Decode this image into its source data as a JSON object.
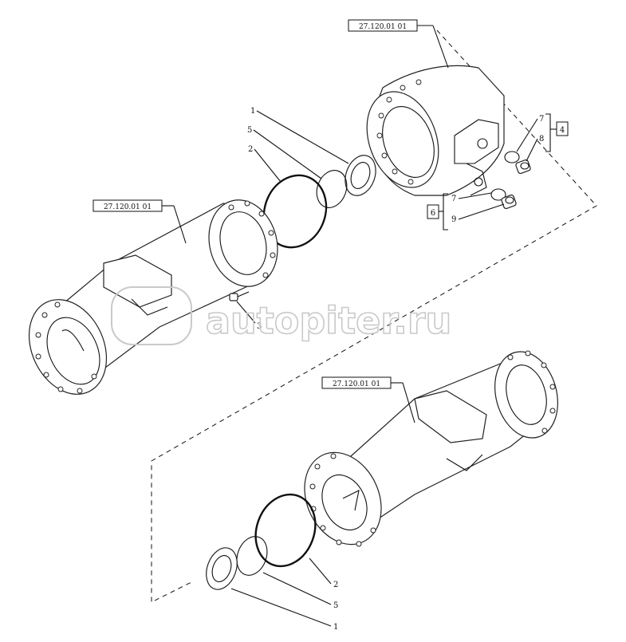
{
  "refs": {
    "top_housing": "27.120.01 01",
    "left_axle": "27.120.01 01",
    "bottom_axle": "27.120.01 01"
  },
  "callouts_top": [
    "1",
    "5",
    "2"
  ],
  "callouts_right": [
    "7",
    "8",
    "7",
    "9"
  ],
  "boxes": {
    "group_a": "4",
    "group_b": "6"
  },
  "callout_bolt": "3",
  "callouts_bottom": [
    "2",
    "5",
    "1"
  ],
  "watermark": "autopiter.ru"
}
